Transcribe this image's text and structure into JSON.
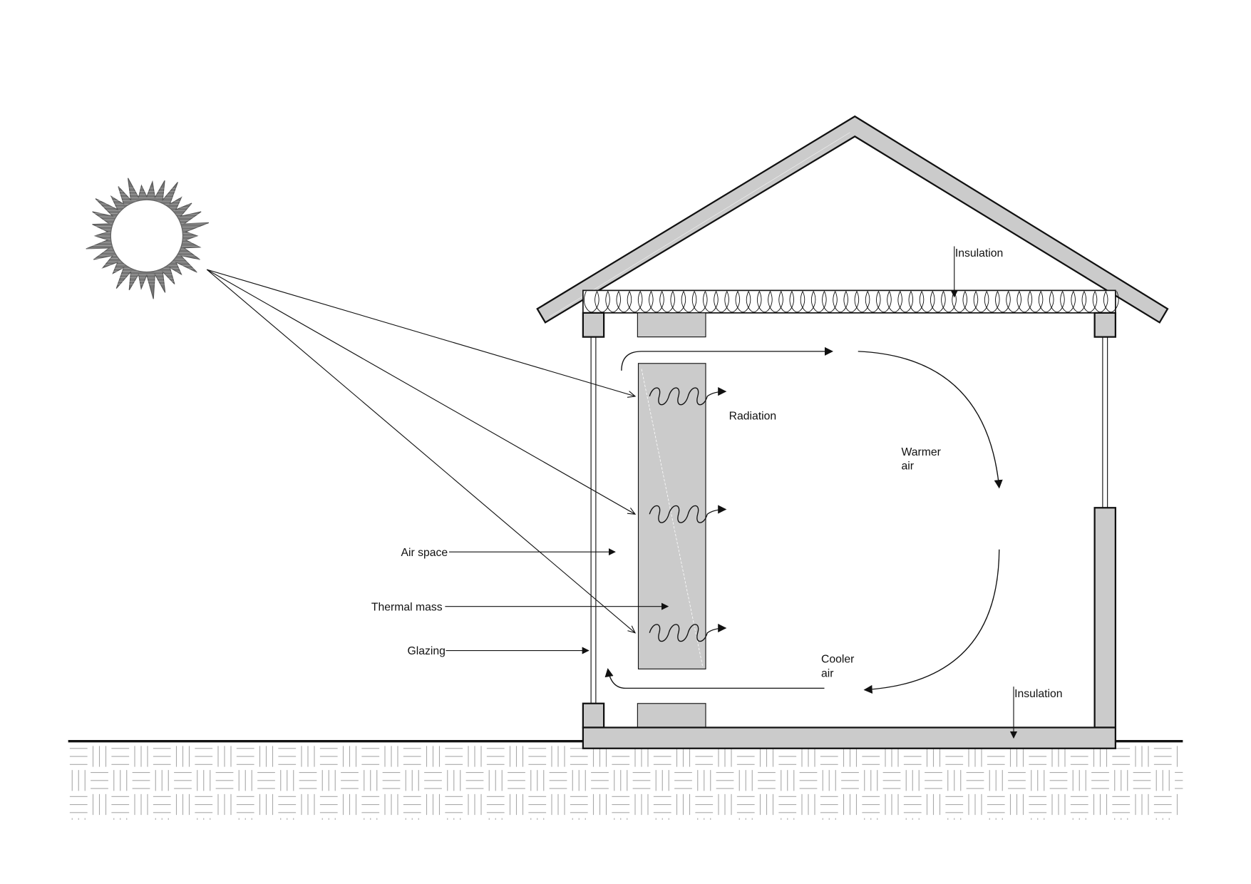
{
  "labels": {
    "roof_insulation": "Insulation",
    "radiation": "Radiation",
    "warmer_air_1": "Warmer",
    "warmer_air_2": "air",
    "air_space": "Air space",
    "thermal_mass": "Thermal mass",
    "glazing": "Glazing",
    "cooler_air_1": "Cooler",
    "cooler_air_2": "air",
    "floor_insulation": "Insulation"
  },
  "colors": {
    "fill": "#cbcbcb",
    "stroke": "#111111",
    "sun": "#777777",
    "hatch": "#aaaaaa"
  }
}
